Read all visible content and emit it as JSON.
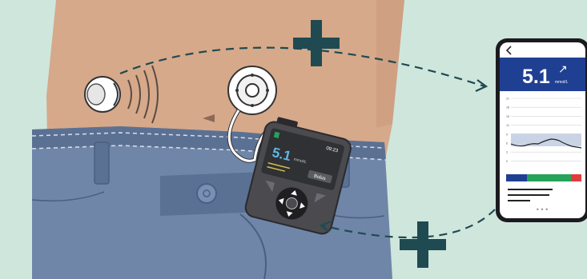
{
  "colors": {
    "background": "#cfe6dd",
    "skin": "#d6a98a",
    "jeans": "#6f86a8",
    "jeans_dark": "#5b7193",
    "navy": "#1f3f93",
    "plus": "#1f4a52",
    "pump_body": "#4a4a4f",
    "screen": "#2f3135",
    "glucose_blue": "#1f3f93",
    "glucose_green": "#25a35a",
    "glucose_red": "#e23b3b",
    "range_band": "#c8d3e6"
  },
  "icons": [
    "plus-icon",
    "back-chevron-icon",
    "trend-up-arrow-icon",
    "signal-waves-icon"
  ],
  "phone": {
    "glucose_value": "5.1",
    "unit": "mmol/L",
    "trend_arrow": "↗",
    "y_axis_labels": [
      "21",
      "18",
      "15",
      "12",
      "9",
      "6",
      "3",
      "0"
    ],
    "pager": "• • •"
  },
  "pump": {
    "time": "09:23",
    "glucose_value": "5.1",
    "unit": "mmol/L",
    "button_label": "Bolus"
  }
}
